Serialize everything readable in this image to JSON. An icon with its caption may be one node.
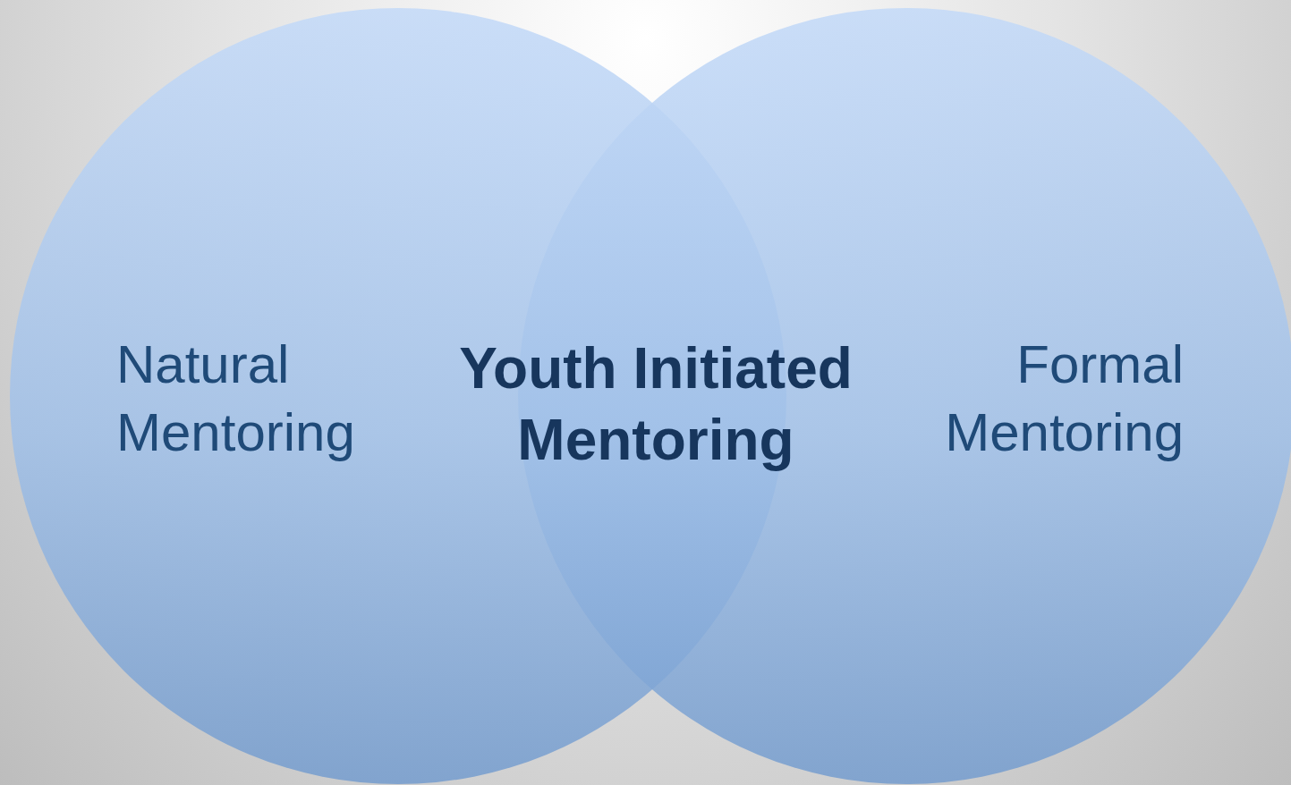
{
  "diagram": {
    "nodes": [
      {
        "text": [
          "Natural Mentoring"
        ]
      },
      {
        "text": [
          "Formal Mentoring"
        ]
      }
    ],
    "edges": [],
    "labels": [
      "Youth Initiated Mentoring"
    ]
  }
}
